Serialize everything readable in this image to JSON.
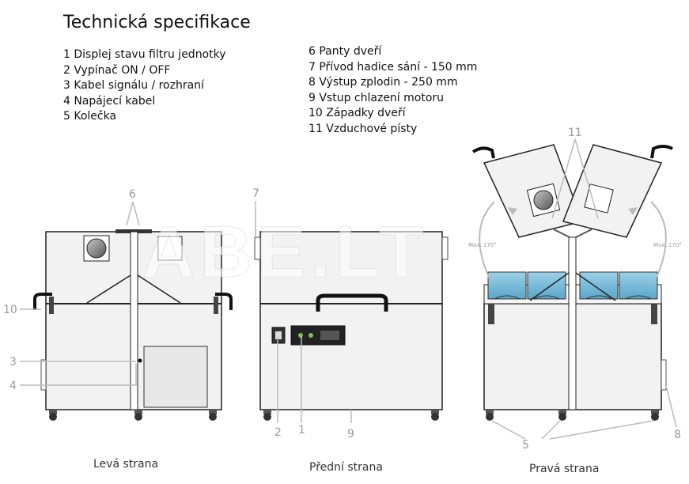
{
  "title": "Technická specifikace",
  "spec_left": [
    "1  Displej stavu filtru  jednotky",
    "2  Vypínač ON / OFF",
    "3  Kabel signálu / rozhraní",
    "4  Napájecí kabel",
    "5  Kolečka"
  ],
  "spec_right": [
    "6  Panty dveří",
    "7  Přívod hadice sání - 150 mm",
    "8  Výstup zplodin - 250 mm",
    "9  Vstup chlazení motoru",
    "10 Západky dveří",
    "11 Vzduchové písty"
  ],
  "callouts": {
    "n1": "1",
    "n2": "2",
    "n3": "3",
    "n4": "4",
    "n5": "5",
    "n6": "6",
    "n7": "7",
    "n8": "8",
    "n9": "9",
    "n10": "10",
    "n11": "11"
  },
  "angle_label": "Max. 170°",
  "view_labels": {
    "left": "Levá strana",
    "front": "Přední strana",
    "right": "Pravá strana"
  },
  "watermark": "ABE.LT"
}
